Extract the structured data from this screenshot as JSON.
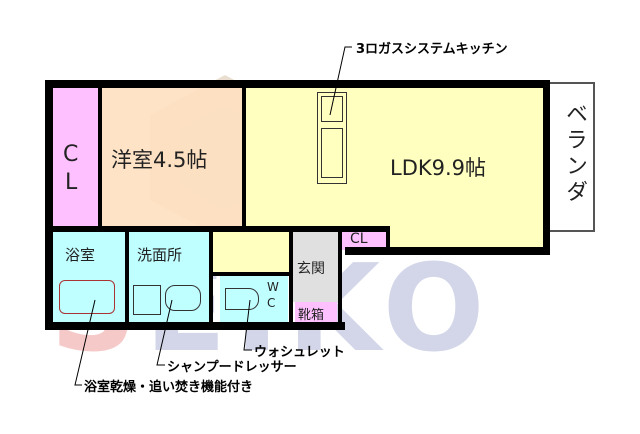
{
  "colors": {
    "closet": "#FFC0FF",
    "western_room": "#FFE0C0",
    "ldk": "#FFFFC0",
    "wet_area": "#C0FFFF",
    "entrance": "#E0E0E0",
    "veranda": "#FFFFFF",
    "wall": "#000000"
  },
  "rooms": {
    "closet_left": {
      "label_1": "C",
      "label_2": "L"
    },
    "western_room": {
      "label": "洋室4.5帖"
    },
    "ldk": {
      "label": "LDK9.9帖"
    },
    "veranda": {
      "label": "ベランダ"
    },
    "bathroom": {
      "label": "浴室"
    },
    "washroom": {
      "label": "洗面所"
    },
    "entrance": {
      "label": "玄関"
    },
    "shoe_box": {
      "label": "靴箱"
    },
    "closet_ldk": {
      "label": "CL"
    },
    "toilet": {
      "label_1": "W",
      "label_2": "C"
    }
  },
  "callouts": {
    "kitchen": "3ロガスシステムキッチン",
    "washlet": "ウォシュレット",
    "shampoo_dresser": "シャンプードレッサー",
    "bath_dryer": "浴室乾燥・追い焚き機能付き"
  },
  "watermark": {
    "text": "SEIKO"
  }
}
